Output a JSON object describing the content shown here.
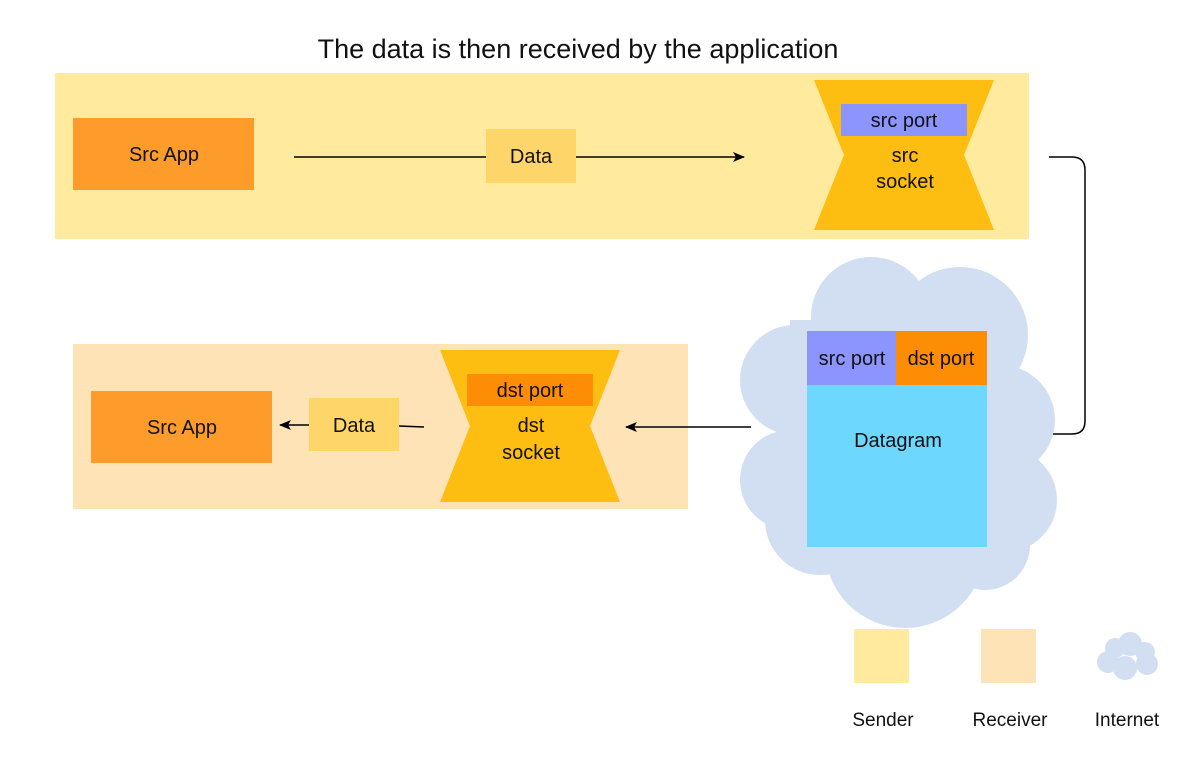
{
  "title": "The data is then received by the application",
  "colors": {
    "sender_bg": "#FFEA9E",
    "receiver_bg": "#FDE3B5",
    "app_box": "#FD9C2B",
    "data_box": "#FED568",
    "socket": "#FEBD11",
    "src_port": "#8C95FD",
    "dst_port": "#FD8D04",
    "datagram": "#6ED7FE",
    "cloud": "#D2DFF2"
  },
  "sender": {
    "app_label": "Src App",
    "data_label": "Data",
    "socket": {
      "port_label": "src port",
      "label_line1": "src",
      "label_line2": "socket"
    }
  },
  "receiver": {
    "app_label": "Src App",
    "data_label": "Data",
    "socket": {
      "port_label": "dst port",
      "label_line1": "dst",
      "label_line2": "socket"
    }
  },
  "internet": {
    "datagram": {
      "src_port_label": "src port",
      "dst_port_label": "dst port",
      "label": "Datagram"
    }
  },
  "legend": {
    "sender_label": "Sender",
    "receiver_label": "Receiver",
    "internet_label": "Internet"
  }
}
